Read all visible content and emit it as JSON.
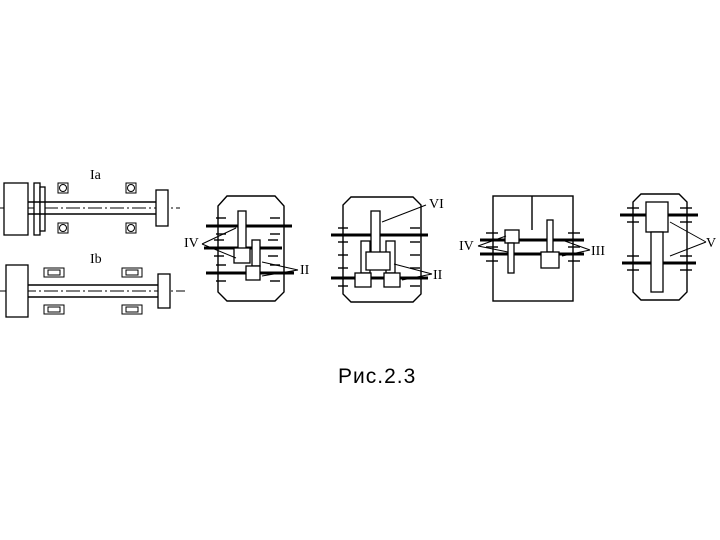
{
  "labels": {
    "Ia": "Ia",
    "Ib": "Ib",
    "IV_1": "IV",
    "II_1": "II",
    "VI": "VI",
    "II_2": "II",
    "IV_2": "IV",
    "III": "III",
    "V": "V"
  },
  "caption": "Рис.2.3"
}
